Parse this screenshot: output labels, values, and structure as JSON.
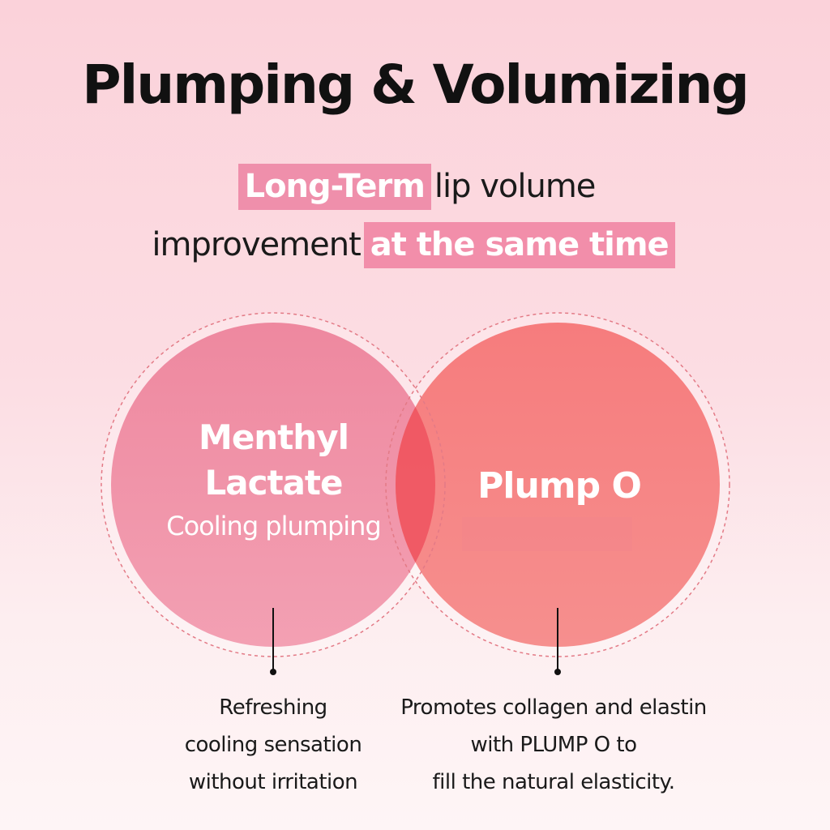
{
  "title": "Plumping & Volumizing",
  "subtitle": {
    "highlight_1": "Long-Term",
    "text_1": "lip volume",
    "text_2": "improvement",
    "highlight_2": "at the same time"
  },
  "left_circle": {
    "name_line1": "Menthyl",
    "name_line2": "Lactate",
    "sub": "Cooling plumping",
    "description": [
      "Refreshing",
      "cooling sensation",
      "without irritation"
    ]
  },
  "right_circle": {
    "name": "Plump O",
    "description": [
      "Promotes collagen and elastin",
      "with PLUMP O to",
      "fill the natural elasticity."
    ]
  },
  "colors": {
    "left_circle": "#f08ea5",
    "right_circle": "#f6807f",
    "overlap": "#f0535f",
    "highlight": "#ef8fab",
    "dashed_ring": "#e37a86"
  }
}
